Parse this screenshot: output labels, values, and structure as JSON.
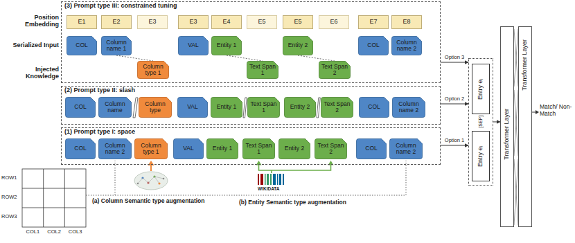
{
  "diagram": {
    "nodes": [
      {
        "text": [
          "(3) Prompt type III: constrained tuning"
        ]
      },
      {
        "text": [
          "E1"
        ],
        "in": 0
      },
      {
        "text": [
          "E2"
        ],
        "in": 0
      },
      {
        "text": [
          "E3"
        ],
        "in": 0
      },
      {
        "text": [
          "E3"
        ],
        "in": 0
      },
      {
        "text": [
          "E4"
        ],
        "in": 0
      },
      {
        "text": [
          "E5"
        ],
        "in": 0
      },
      {
        "text": [
          "E5"
        ],
        "in": 0
      },
      {
        "text": [
          "E6"
        ],
        "in": 0
      },
      {
        "text": [
          "E7"
        ],
        "in": 0
      },
      {
        "text": [
          "E8"
        ],
        "in": 0
      },
      {
        "text": [
          "COL"
        ],
        "in": 0
      },
      {
        "text": [
          "Column name 1"
        ],
        "in": 0
      },
      {
        "text": [
          "VAL"
        ],
        "in": 0
      },
      {
        "text": [
          "Entity 1"
        ],
        "in": 0
      },
      {
        "text": [
          "Entity 2"
        ],
        "in": 0
      },
      {
        "text": [
          "COL"
        ],
        "in": 0
      },
      {
        "text": [
          "Column name 2"
        ],
        "in": 0
      },
      {
        "text": [
          "Column type 1"
        ],
        "in": 0
      },
      {
        "text": [
          "Text Span 1"
        ],
        "in": 0
      },
      {
        "text": [
          "Text Span 2"
        ],
        "in": 0
      },
      {
        "text": [
          "(2) Prompt type II: slash"
        ]
      },
      {
        "text": [
          "COL"
        ],
        "in": 21
      },
      {
        "text": [
          "Column name"
        ],
        "in": 21
      },
      {
        "text": [
          "Column type"
        ],
        "in": 21
      },
      {
        "text": [
          "VAL"
        ],
        "in": 21
      },
      {
        "text": [
          "Entity 1"
        ],
        "in": 21
      },
      {
        "text": [
          "Text Span 1"
        ],
        "in": 21
      },
      {
        "text": [
          "Entity 2"
        ],
        "in": 21
      },
      {
        "text": [
          "Text Span 2"
        ],
        "in": 21
      },
      {
        "text": [
          "COL"
        ],
        "in": 21
      },
      {
        "text": [
          "Column name 2"
        ],
        "in": 21
      },
      {
        "text": [
          "(1) Prompt type I: space"
        ]
      },
      {
        "text": [
          "COL"
        ],
        "in": 32
      },
      {
        "text": [
          "Column name 2"
        ],
        "in": 32
      },
      {
        "text": [
          "Column type 1"
        ],
        "in": 32
      },
      {
        "text": [
          "VAL"
        ],
        "in": 32
      },
      {
        "text": [
          "Entity 1"
        ],
        "in": 32
      },
      {
        "text": [
          "Text Span 1"
        ],
        "in": 32
      },
      {
        "text": [
          "Entity 2"
        ],
        "in": 32
      },
      {
        "text": [
          "Text Span 2"
        ],
        "in": 32
      },
      {
        "text": [
          "COL"
        ],
        "in": 32
      },
      {
        "text": [
          "Column name 2"
        ],
        "in": 32
      },
      {
        "text": [
          "[SEP]"
        ]
      },
      {
        "text": [
          "Entry eᵢ"
        ],
        "in": 43
      },
      {
        "text": [
          "Entry eⱼ"
        ],
        "in": 43
      },
      {
        "text": [
          "Transformer Layer"
        ]
      },
      {
        "text": [
          "Transformer Layer"
        ]
      }
    ],
    "edges": [
      {
        "from": 12,
        "to": 18,
        "arrow": "none"
      },
      {
        "from": 14,
        "to": 19,
        "arrow": "none"
      },
      {
        "from": 15,
        "to": 20,
        "arrow": "none"
      },
      {
        "from": 0,
        "to": 43,
        "label": "Option 3",
        "arrow": "to"
      },
      {
        "from": 21,
        "to": 43,
        "label": "Option 2",
        "arrow": "to"
      },
      {
        "from": 32,
        "to": 43,
        "label": "Option 1",
        "arrow": "to"
      },
      {
        "from": 43,
        "to": 46,
        "arrow": "to"
      }
    ],
    "labels": [
      "Position Embedding",
      "Serialized Input",
      "Injected Knowledge",
      "ROW1",
      "ROW2",
      "ROW3",
      "COL1",
      "COL2",
      "COL3",
      "(a) Column Semantic type augmentation",
      "WIKIDATA",
      "(b) Entity Semantic type augmentation",
      "Match/ Non-Match"
    ]
  }
}
